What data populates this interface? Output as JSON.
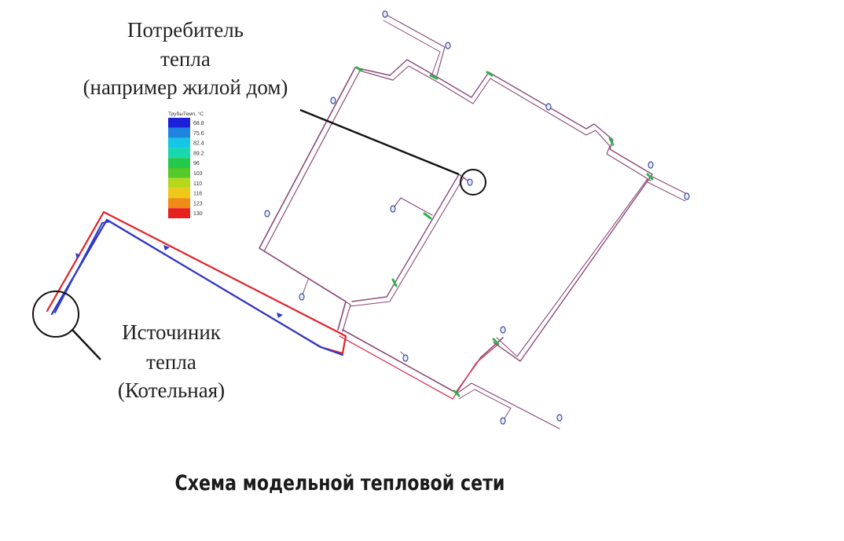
{
  "labels": {
    "consumer": [
      "Потребитель",
      "тепла",
      "(например жилой дом)"
    ],
    "source": [
      "Источиник",
      "тепла",
      "(Котельная)"
    ]
  },
  "legend": {
    "title": "ТрубыТемп, °С",
    "values": [
      "68.8",
      "75.6",
      "82.4",
      "89.2",
      "96",
      "103",
      "110",
      "116",
      "123",
      "130"
    ],
    "colors": [
      "#1c20d8",
      "#1e84e0",
      "#16c6e6",
      "#19d8b0",
      "#22c94a",
      "#55c82a",
      "#b6d81c",
      "#f0c81a",
      "#f08a18",
      "#e81f1f"
    ]
  },
  "pipe_colors": {
    "supply": "#e0242a",
    "return": "#2a3ac8",
    "mixed": "#8a4a7a",
    "node": "#2ab54a",
    "endpoint": "#3a4aa0"
  },
  "caption": "Схема модельной тепловой сети"
}
